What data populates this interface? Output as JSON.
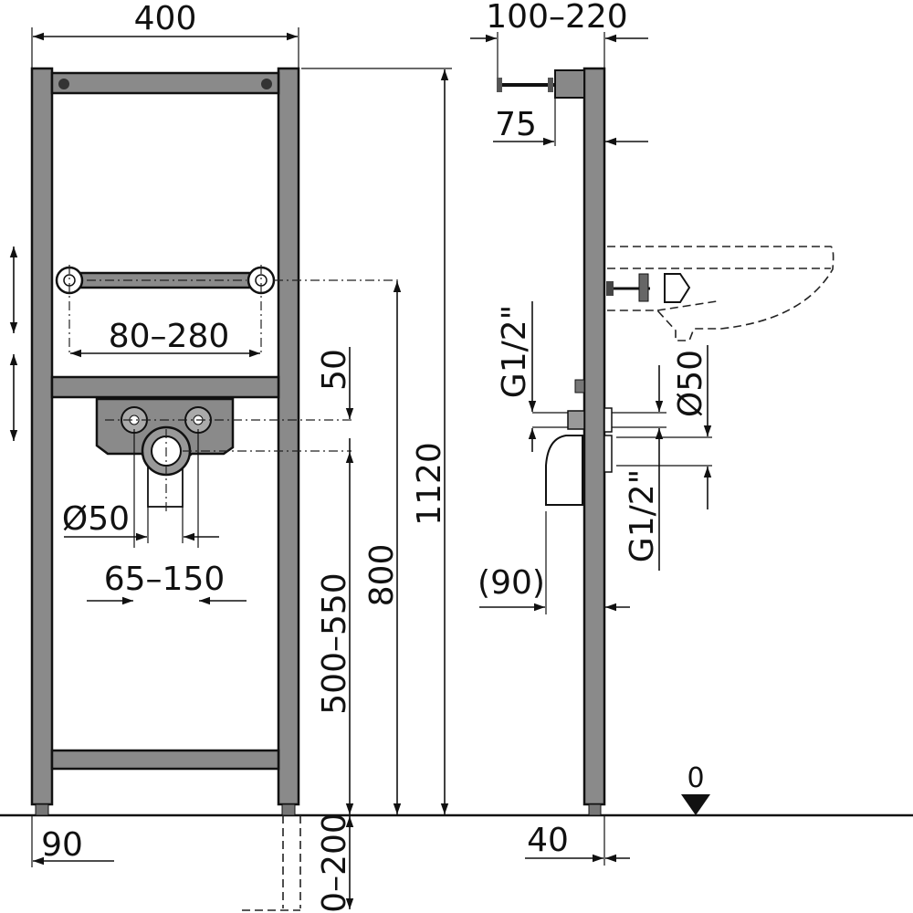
{
  "drawing": {
    "front_view": {
      "width": "400",
      "height_total": "1120",
      "rail_height": "800",
      "outlet_height": "500–550",
      "offset": "50",
      "rail_span": "80–280",
      "drain_diameter": "Ø50",
      "fitting_span": "65–150",
      "foot_offset": "90",
      "foot_adjust": "0–200"
    },
    "side_view": {
      "bracket_depth": "100–220",
      "bracket_offset": "75",
      "thread_upper": "G1/2\"",
      "thread_lower": "G1/2\"",
      "drain_diameter": "Ø50",
      "siphon_depth": "(90)",
      "foot_depth": "40",
      "floor_level": "0"
    }
  }
}
